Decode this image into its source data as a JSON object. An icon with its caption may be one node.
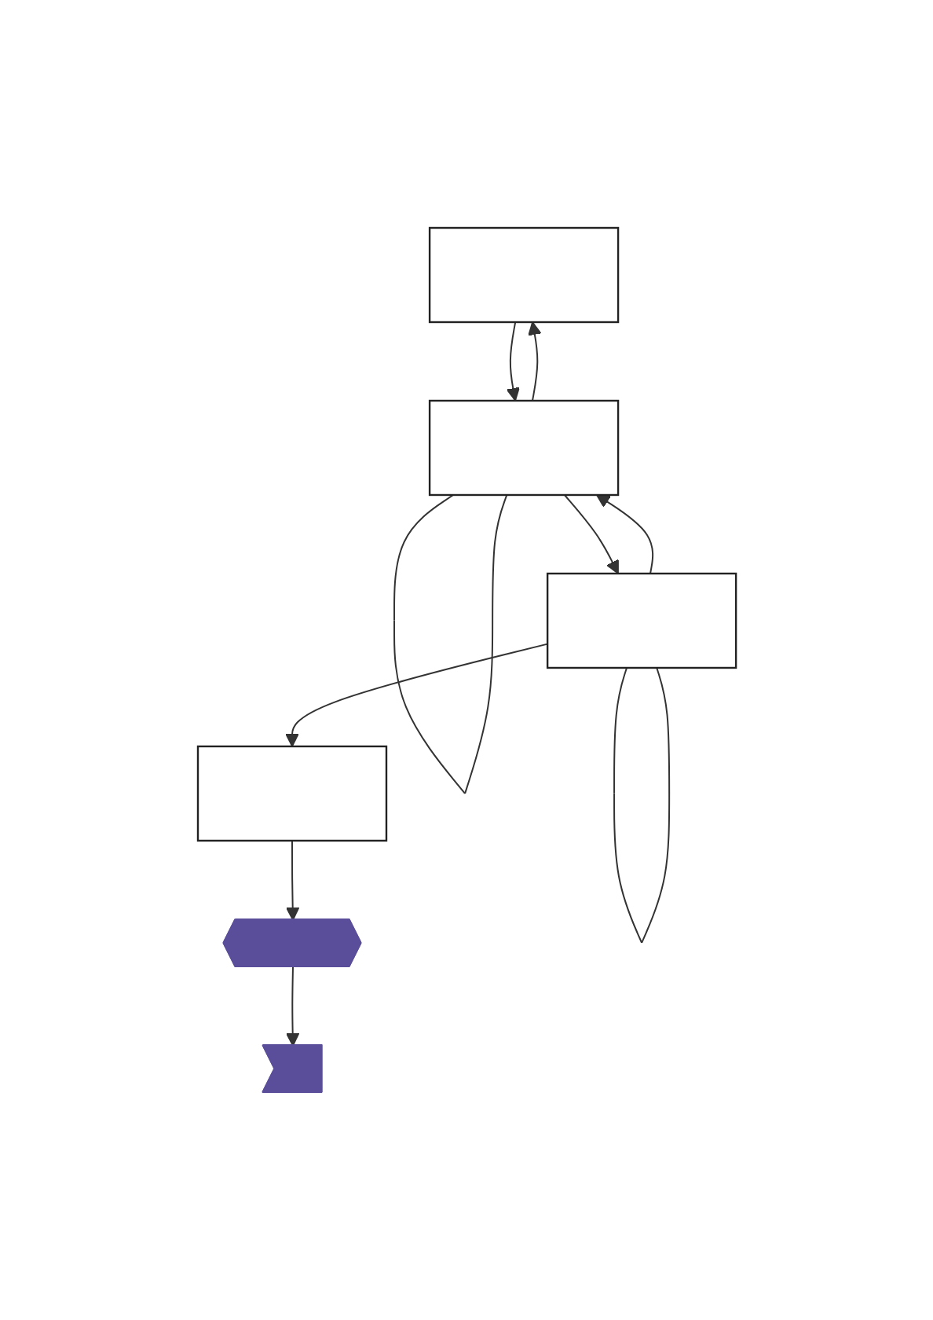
{
  "diagram": {
    "nodes": [
      {
        "text": [],
        "shape": "box"
      },
      {
        "text": [],
        "shape": "box"
      },
      {
        "text": [],
        "shape": "box"
      },
      {
        "text": [],
        "shape": "box"
      },
      {
        "text": [],
        "shape": "triangle"
      },
      {
        "text": [],
        "shape": "arrow"
      }
    ],
    "edges": [
      {
        "from": 0,
        "to": 1,
        "arrow": "to"
      },
      {
        "from": 1,
        "to": 0,
        "arrow": "to"
      },
      {
        "from": 1,
        "to": 1,
        "arrow": "none"
      },
      {
        "from": 1,
        "to": 2,
        "arrow": "to"
      },
      {
        "from": 2,
        "to": 1,
        "arrow": "to"
      },
      {
        "from": 2,
        "to": 2,
        "arrow": "none"
      },
      {
        "from": 2,
        "to": 3,
        "arrow": "to"
      },
      {
        "from": 3,
        "to": 4,
        "arrow": "to"
      },
      {
        "from": 4,
        "to": 5,
        "arrow": "to"
      }
    ]
  }
}
